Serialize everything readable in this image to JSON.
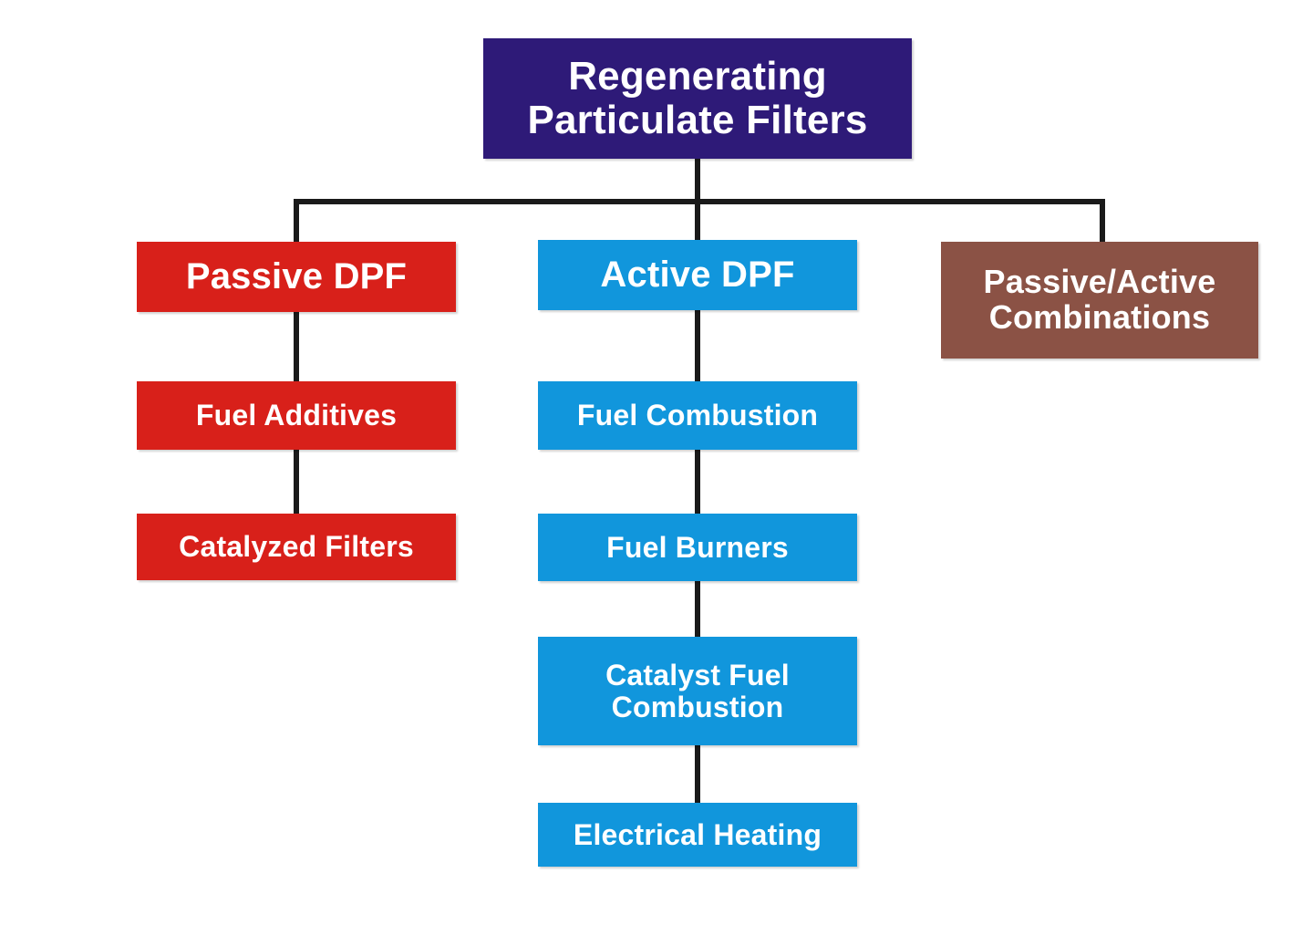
{
  "diagram": {
    "title": "Regenerating Particulate Filters",
    "type": "hierarchy-tree",
    "background_color": "#ffffff",
    "connector_color": "#1a1a1a",
    "colors": {
      "root": "#2e1a78",
      "passive": "#d8201a",
      "active": "#1196dc",
      "combination": "#8b5245",
      "text": "#ffffff"
    },
    "root": {
      "label": "Regenerating\nParticulate Filters"
    },
    "branches": [
      {
        "label": "Passive DPF",
        "color": "#d8201a",
        "children": [
          {
            "label": "Fuel Additives"
          },
          {
            "label": "Catalyzed Filters"
          }
        ]
      },
      {
        "label": "Active DPF",
        "color": "#1196dc",
        "children": [
          {
            "label": "Fuel Combustion"
          },
          {
            "label": "Fuel Burners"
          },
          {
            "label": "Catalyst Fuel\nCombustion"
          },
          {
            "label": "Electrical Heating"
          }
        ]
      },
      {
        "label": "Passive/Active\nCombinations",
        "color": "#8b5245",
        "children": []
      }
    ]
  }
}
